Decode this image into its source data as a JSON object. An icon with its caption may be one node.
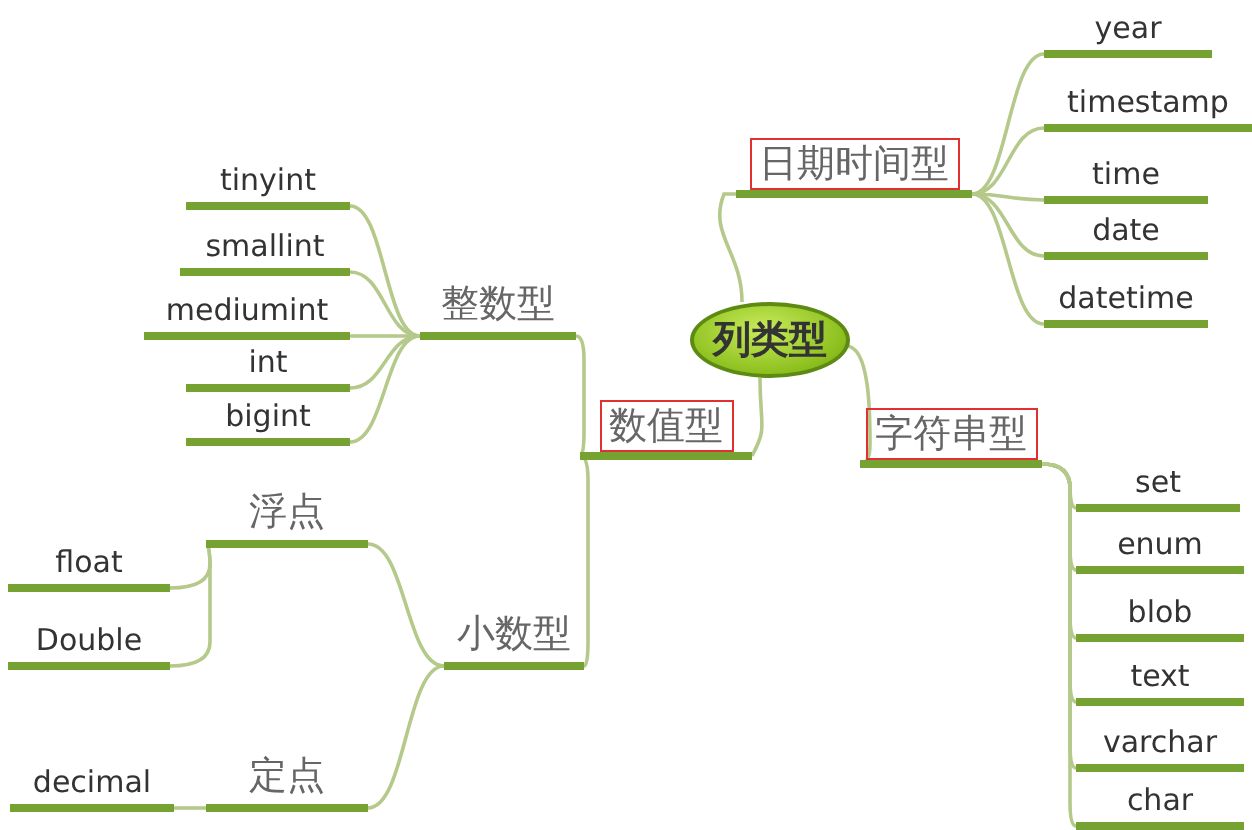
{
  "diagram": {
    "nodes": [
      {
        "text": [
          "列类型"
        ]
      },
      {
        "text": [
          "日期时间型"
        ]
      },
      {
        "text": [
          "year"
        ]
      },
      {
        "text": [
          "timestamp"
        ]
      },
      {
        "text": [
          "time"
        ]
      },
      {
        "text": [
          "date"
        ]
      },
      {
        "text": [
          "datetime"
        ]
      },
      {
        "text": [
          "数值型"
        ]
      },
      {
        "text": [
          "整数型"
        ]
      },
      {
        "text": [
          "tinyint"
        ]
      },
      {
        "text": [
          "smallint"
        ]
      },
      {
        "text": [
          "mediumint"
        ]
      },
      {
        "text": [
          "int"
        ]
      },
      {
        "text": [
          "bigint"
        ]
      },
      {
        "text": [
          "小数型"
        ]
      },
      {
        "text": [
          "浮点"
        ]
      },
      {
        "text": [
          "float"
        ]
      },
      {
        "text": [
          "Double"
        ]
      },
      {
        "text": [
          "定点"
        ]
      },
      {
        "text": [
          "decimal"
        ]
      },
      {
        "text": [
          "字符串型"
        ]
      },
      {
        "text": [
          "set"
        ]
      },
      {
        "text": [
          "enum"
        ]
      },
      {
        "text": [
          "blob"
        ]
      },
      {
        "text": [
          "text"
        ]
      },
      {
        "text": [
          "varchar"
        ]
      },
      {
        "text": [
          "char"
        ]
      }
    ],
    "edges": [
      {
        "from": 0,
        "to": 1,
        "arrow": "none"
      },
      {
        "from": 1,
        "to": 2,
        "arrow": "none"
      },
      {
        "from": 1,
        "to": 3,
        "arrow": "none"
      },
      {
        "from": 1,
        "to": 4,
        "arrow": "none"
      },
      {
        "from": 1,
        "to": 5,
        "arrow": "none"
      },
      {
        "from": 1,
        "to": 6,
        "arrow": "none"
      },
      {
        "from": 0,
        "to": 7,
        "arrow": "none"
      },
      {
        "from": 7,
        "to": 8,
        "arrow": "none"
      },
      {
        "from": 8,
        "to": 9,
        "arrow": "none"
      },
      {
        "from": 8,
        "to": 10,
        "arrow": "none"
      },
      {
        "from": 8,
        "to": 11,
        "arrow": "none"
      },
      {
        "from": 8,
        "to": 12,
        "arrow": "none"
      },
      {
        "from": 8,
        "to": 13,
        "arrow": "none"
      },
      {
        "from": 7,
        "to": 14,
        "arrow": "none"
      },
      {
        "from": 14,
        "to": 15,
        "arrow": "none"
      },
      {
        "from": 15,
        "to": 16,
        "arrow": "none"
      },
      {
        "from": 15,
        "to": 17,
        "arrow": "none"
      },
      {
        "from": 14,
        "to": 18,
        "arrow": "none"
      },
      {
        "from": 18,
        "to": 19,
        "arrow": "none"
      },
      {
        "from": 0,
        "to": 20,
        "arrow": "none"
      },
      {
        "from": 20,
        "to": 21,
        "arrow": "none"
      },
      {
        "from": 20,
        "to": 22,
        "arrow": "none"
      },
      {
        "from": 20,
        "to": 23,
        "arrow": "none"
      },
      {
        "from": 20,
        "to": 24,
        "arrow": "none"
      },
      {
        "from": 20,
        "to": 25,
        "arrow": "none"
      },
      {
        "from": 20,
        "to": 26,
        "arrow": "none"
      }
    ]
  }
}
